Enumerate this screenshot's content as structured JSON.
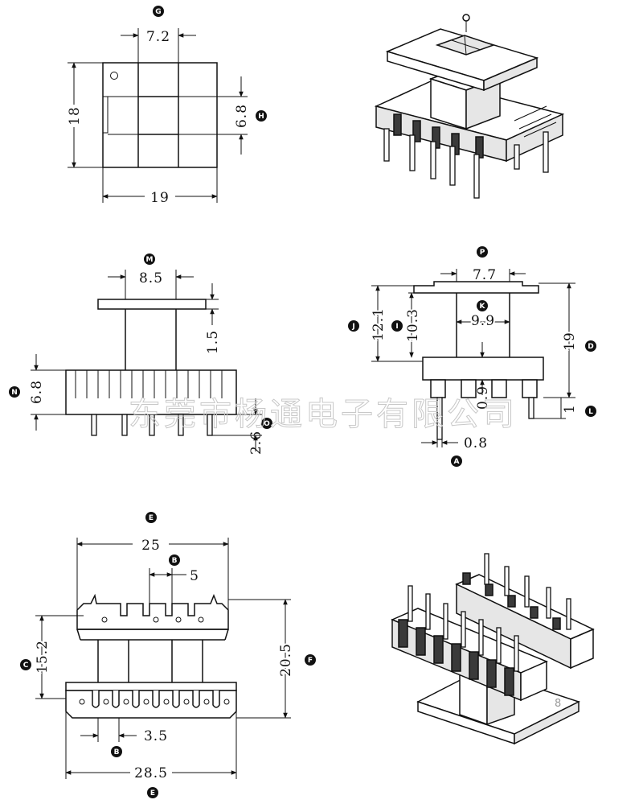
{
  "views": {
    "top": {
      "badge_g": "G",
      "badge_h": "H",
      "dim_g": "7.2",
      "dim_18": "18",
      "dim_h": "6.8",
      "dim_19": "19"
    },
    "front": {
      "badge_m": "M",
      "badge_n": "N",
      "badge_o": "O",
      "dim_m": "8.5",
      "dim_15": "1.5",
      "dim_n": "6.8",
      "dim_o": "2.6"
    },
    "side": {
      "badge_p": "P",
      "badge_j": "J",
      "badge_i": "I",
      "badge_k": "K",
      "badge_d": "D",
      "badge_l": "L",
      "badge_a": "A",
      "dim_p": "7.7",
      "dim_j": "12.1",
      "dim_i": "10.3",
      "dim_k": "9.9",
      "dim_d": "19",
      "dim_09": "0.9",
      "dim_l": "1",
      "dim_a": "0.8"
    },
    "bottom": {
      "badge_e_top": "E",
      "badge_b_top": "B",
      "badge_c": "C",
      "badge_f": "F",
      "badge_b_bot": "B",
      "badge_e_bot": "E",
      "dim_25": "25",
      "dim_5": "5",
      "dim_c": "15.2",
      "dim_f": "20.5",
      "dim_35": "3.5",
      "dim_285": "28.5"
    },
    "iso_bottom": {
      "mark": "8"
    }
  },
  "watermark": "东莞市杨通电子有限公司"
}
